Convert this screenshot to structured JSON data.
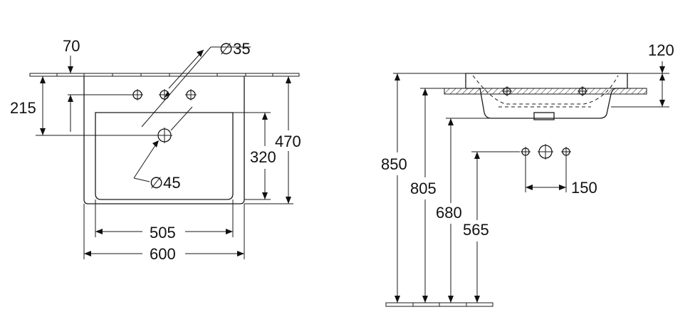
{
  "dimensions": {
    "top_offset": "70",
    "tap_hole_diameter": "∅35",
    "tap_hole_height": "215",
    "overall_depth": "470",
    "bowl_depth": "320",
    "waste_diameter": "∅45",
    "bowl_width": "505",
    "overall_width": "600",
    "basin_height": "120",
    "rim_height": "850",
    "basin_underside_height": "805",
    "siphon_height": "680",
    "waste_connection_height": "565",
    "fixing_hole_spacing": "150"
  }
}
